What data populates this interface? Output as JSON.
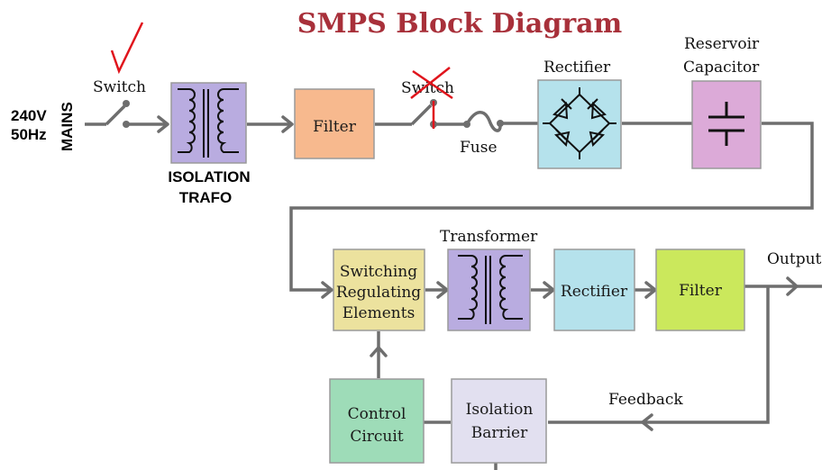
{
  "title": "SMPS Block Diagram",
  "input": {
    "voltage": "240V",
    "frequency": "50Hz",
    "mains_label": "MAINS"
  },
  "top_row": {
    "switch1": {
      "label": "Switch",
      "annotation": "check-mark"
    },
    "isolation_trafo": {
      "label_line1": "ISOLATION",
      "label_line2": "TRAFO"
    },
    "filter": {
      "label": "Filter"
    },
    "switch2": {
      "label": "Switch",
      "annotation": "cross-mark"
    },
    "fuse": {
      "label": "Fuse"
    },
    "rectifier": {
      "label": "Rectifier"
    },
    "reservoir_capacitor": {
      "label_line1": "Reservoir",
      "label_line2": "Capacitor"
    }
  },
  "bottom_row": {
    "switching_regulating": {
      "line1": "Switching",
      "line2": "Regulating",
      "line3": "Elements"
    },
    "transformer": {
      "label": "Transformer"
    },
    "rectifier": {
      "label": "Rectifier"
    },
    "filter": {
      "label": "Filter"
    },
    "output": {
      "label": "Output"
    }
  },
  "feedback": {
    "label": "Feedback",
    "control_circuit": {
      "line1": "Control",
      "line2": "Circuit"
    },
    "isolation_barrier": {
      "line1": "Isolation",
      "line2": "Barrier"
    }
  },
  "colors": {
    "title": "#a8303a",
    "trafo": "#b9ace0",
    "filter1": "#f7b98e",
    "rectifier": "#b5e2ec",
    "capacitor": "#dcaad8",
    "switching": "#ece29e",
    "filter2": "#cbe85c",
    "control": "#9edcb8",
    "barrier": "#e2e0f0",
    "wire": "#6e6e6e",
    "annotation": "#e0141c"
  }
}
